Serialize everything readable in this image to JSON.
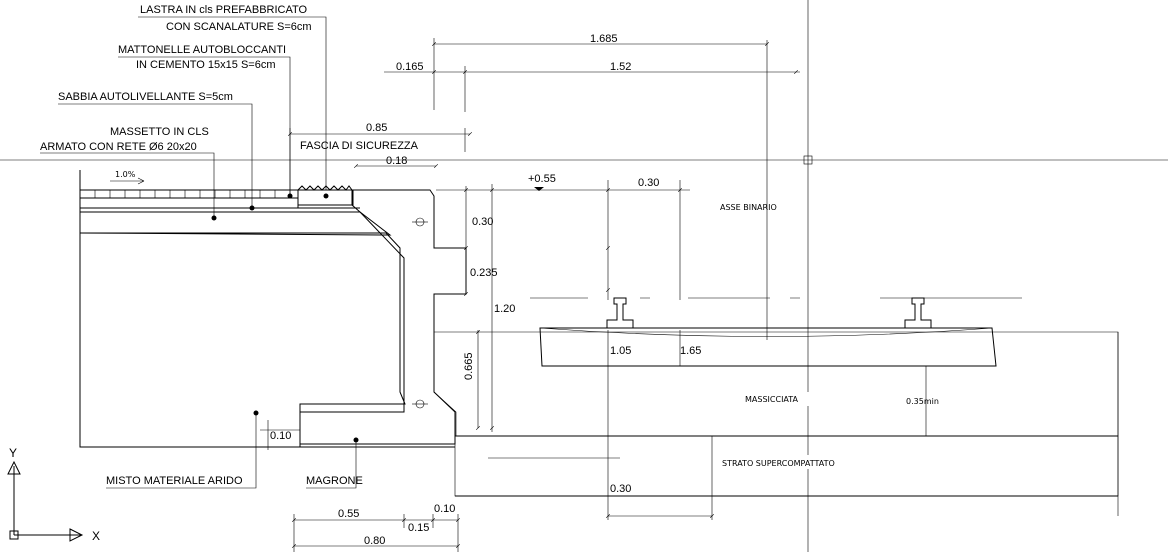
{
  "labels": {
    "lastra_1": "LASTRA IN cls PREFABBRICATO",
    "lastra_2": "CON SCANALATURE S=6cm",
    "mattonelle_1": "MATTONELLE AUTOBLOCCANTI",
    "mattonelle_2": "IN CEMENTO 15x15 S=6cm",
    "sabbia": "SABBIA AUTOLIVELLANTE S=5cm",
    "massetto_1": "MASSETTO IN CLS",
    "massetto_2": "ARMATO CON RETE Ø6 20x20",
    "fascia": "FASCIA DI SICUREZZA",
    "asse": "ASSE BINARIO",
    "massicciata": "MASSICCIATA",
    "strato": "STRATO SUPERCOMPATTATO",
    "misto": "MISTO MATERIALE ARIDO",
    "magrone": "MAGRONE",
    "slope": "1.0%"
  },
  "dimensions": {
    "d1685": "1.685",
    "d0165": "0.165",
    "d152": "1.52",
    "d085": "0.85",
    "d018": "0.18",
    "d055p": "+0.55",
    "d030top": "0.30",
    "d030": "0.30",
    "d0235": "0.235",
    "d120": "1.20",
    "d0665": "0.665",
    "d105": "1.05",
    "d165": "1.65",
    "d035": "0.35min",
    "d010left": "0.10",
    "d030bot": "0.30",
    "d055": "0.55",
    "d015": "0.15",
    "d010": "0.10",
    "d080": "0.80"
  },
  "ucs": {
    "y_label": "Y",
    "x_label": "X"
  }
}
